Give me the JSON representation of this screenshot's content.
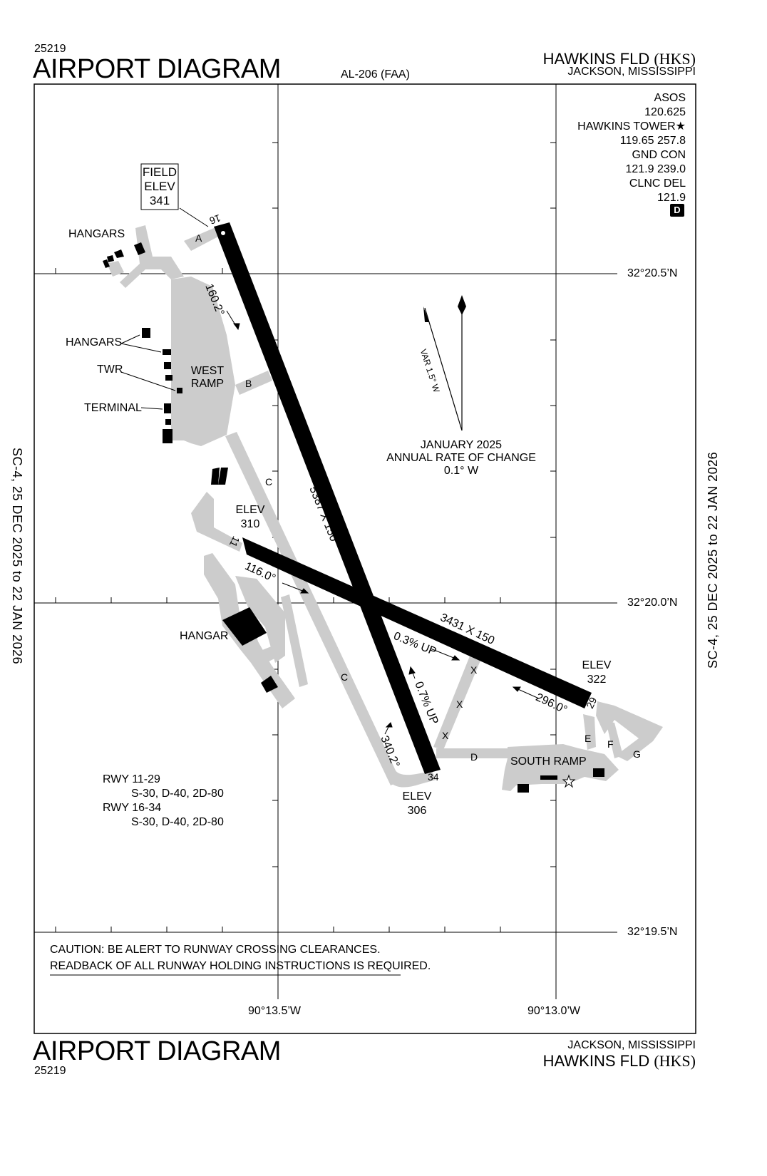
{
  "header": {
    "volume_top": "25219",
    "title_top": "AIRPORT DIAGRAM",
    "procedure_id": "AL-206 (FAA)",
    "airport_top": "HAWKINS FLD",
    "ident_top": "(HKS)",
    "city_top": "JACKSON, MISSISSIPPI"
  },
  "footer": {
    "title_bottom": "AIRPORT DIAGRAM",
    "volume_bottom": "25219",
    "city_bottom": "JACKSON, MISSISSIPPI",
    "airport_bottom": "HAWKINS FLD",
    "ident_bottom": "(HKS)"
  },
  "side_text": {
    "left": "SC-4,  25 DEC 2025  to  22 JAN 2026",
    "right": "SC-4,  25 DEC 2025  to  22 JAN 2026"
  },
  "frequencies": {
    "asos_label": "ASOS",
    "asos_freq": "120.625",
    "tower_label": "HAWKINS TOWER",
    "tower_freq": "119.65  257.8",
    "gnd_label": "GND CON",
    "gnd_freq": "121.9  239.0",
    "clnc_label": "CLNC DEL",
    "clnc_freq": "121.9",
    "d_badge": "D"
  },
  "field_elev": {
    "l1": "FIELD",
    "l2": "ELEV",
    "l3": "341"
  },
  "labels": {
    "hangars_top": "HANGARS",
    "hangars_mid": "HANGARS",
    "twr": "TWR",
    "terminal": "TERMINAL",
    "west_ramp_1": "WEST",
    "west_ramp_2": "RAMP",
    "hangar": "HANGAR",
    "south_ramp": "SOUTH RAMP",
    "elev_11_1": "ELEV",
    "elev_11_2": "310",
    "elev_29_1": "ELEV",
    "elev_29_2": "322",
    "elev_34_1": "ELEV",
    "elev_34_2": "306"
  },
  "runways": {
    "rwy16": "16",
    "rwy34": "34",
    "rwy11": "11",
    "rwy29": "29",
    "dim_16_34": "5387 X 150",
    "dim_11_29": "3431 X 150",
    "hdg_160": "160.2°",
    "hdg_340": "340.2°",
    "hdg_116": "116.0°",
    "hdg_296": "296.0°",
    "grad_03": "0.3% UP",
    "grad_07": "0.7% UP"
  },
  "taxiways": {
    "A": "A",
    "B": "B",
    "C1": "C",
    "C2": "C",
    "D": "D",
    "E": "E",
    "F": "F",
    "G": "G",
    "X1": "X",
    "X2": "X",
    "X3": "X"
  },
  "magvar": {
    "var": "VAR 1.5° W",
    "date": "JANUARY 2025",
    "rate_label": "ANNUAL RATE OF CHANGE",
    "rate": "0.1° W"
  },
  "coords": {
    "lat1": "32°20.5’N",
    "lat2": "32°20.0’N",
    "lat3": "32°19.5’N",
    "lon1": "90°13.5’W",
    "lon2": "90°13.0’W"
  },
  "strength": {
    "rwy_a": "RWY 11-29",
    "rwy_a_val": "S-30, D-40, 2D-80",
    "rwy_b": "RWY 16-34",
    "rwy_b_val": "S-30, D-40, 2D-80"
  },
  "caution": {
    "line1": "CAUTION: BE ALERT TO RUNWAY CROSSING CLEARANCES.",
    "line2": "READBACK OF ALL RUNWAY HOLDING INSTRUCTIONS IS REQUIRED."
  }
}
